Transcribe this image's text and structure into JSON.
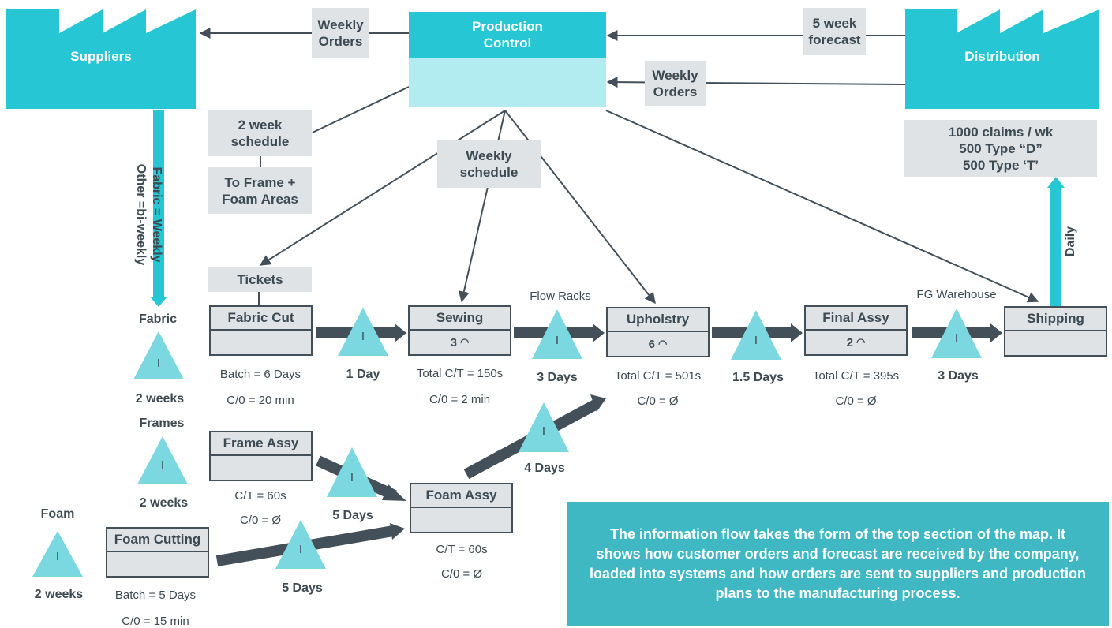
{
  "colors": {
    "teal": "#26c6d4",
    "light_teal": "#b2ebf0",
    "gray_box": "#dfe3e6",
    "dark": "#435059",
    "callout": "#3fb8c4",
    "text": "#3d4a52"
  },
  "suppliers": {
    "label": "Suppliers"
  },
  "distribution": {
    "label": "Distribution"
  },
  "production_control": {
    "label_line1": "Production",
    "label_line2": "Control"
  },
  "info": {
    "weekly_orders_left": {
      "line1": "Weekly",
      "line2": "Orders"
    },
    "forecast": {
      "line1": "5 week",
      "line2": "forecast"
    },
    "weekly_orders_right": {
      "line1": "Weekly",
      "line2": "Orders"
    },
    "two_week_schedule": {
      "line1": "2 week",
      "line2": "schedule"
    },
    "to_frame_foam": {
      "line1": "To Frame +",
      "line2": "Foam Areas"
    },
    "weekly_schedule": {
      "line1": "Weekly",
      "line2": "schedule"
    },
    "tickets": "Tickets",
    "claims": {
      "line1": "1000 claims / wk",
      "line2": "500 Type “D”",
      "line3": "500 Type ‘T’"
    }
  },
  "delivery": {
    "supplier_text_line1": "Fabric = Weekly",
    "supplier_text_line2": "Other =bi-weekly",
    "daily": "Daily"
  },
  "inventory_mark": "I",
  "processes": {
    "fabric_cut": {
      "name": "Fabric Cut",
      "ops": "",
      "info1": "Batch = 6 Days",
      "info2": "C/0 = 20 min"
    },
    "sewing": {
      "name": "Sewing",
      "ops": "3",
      "info1": "Total C/T = 150s",
      "info2": "C/0 = 2 min"
    },
    "upholstry": {
      "name": "Upholstry",
      "ops": "6",
      "info1": "Total C/T = 501s",
      "info2": "C/0 = Ø"
    },
    "final_assy": {
      "name": "Final Assy",
      "ops": "2",
      "info1": "Total C/T = 395s",
      "info2": "C/0 = Ø"
    },
    "shipping": {
      "name": "Shipping",
      "ops": ""
    },
    "frame_assy": {
      "name": "Frame Assy",
      "ops": "",
      "info1": "C/T = 60s",
      "info2": "C/0 = Ø"
    },
    "foam_assy": {
      "name": "Foam Assy",
      "ops": "",
      "info1": "C/T = 60s",
      "info2": "C/0 = Ø"
    },
    "foam_cutting": {
      "name": "Foam Cutting",
      "ops": "",
      "info1": "Batch = 5 Days",
      "info2": "C/0 = 15 min"
    }
  },
  "inventories": {
    "fabric": {
      "label": "Fabric",
      "time": "2 weeks"
    },
    "frames": {
      "label": "Frames",
      "time": "2 weeks"
    },
    "foam": {
      "label": "Foam",
      "time": "2 weeks"
    },
    "cut_to_sew": {
      "time": "1 Day"
    },
    "sew_to_uph": {
      "label": "Flow Racks",
      "time": "3 Days"
    },
    "uph_to_final": {
      "time": "1.5 Days"
    },
    "final_to_ship": {
      "label": "FG Warehouse",
      "time": "3 Days"
    },
    "frame_to_foam": {
      "time": "5 Days"
    },
    "foamcut_to_foam": {
      "time": "5 Days"
    },
    "foam_to_uph": {
      "time": "4 Days"
    }
  },
  "callout": {
    "text": "The information flow takes the form of the top section of the map. It shows how customer orders and forecast are received by the company, loaded into systems and how orders are sent to suppliers and production plans to the manufacturing process."
  }
}
